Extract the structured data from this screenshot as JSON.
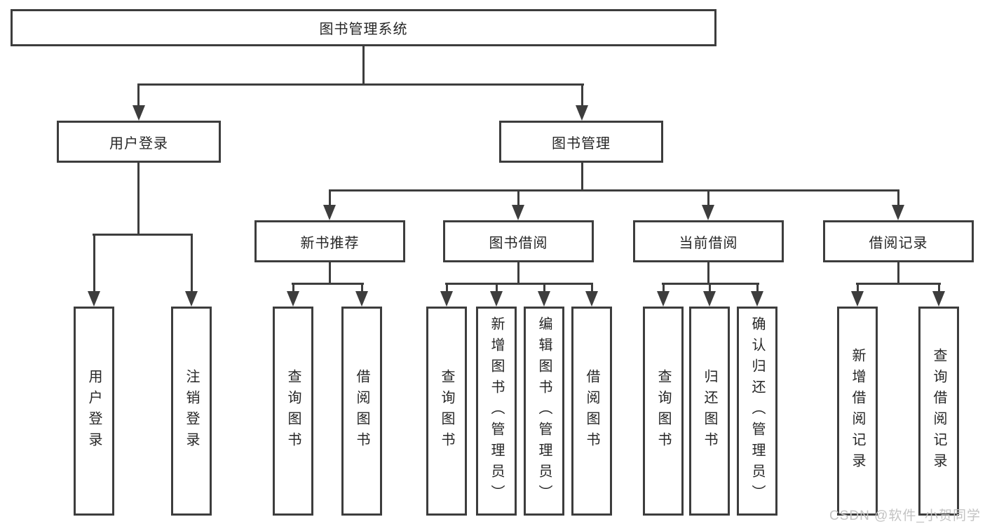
{
  "tree": {
    "label": "图书管理系统",
    "children": [
      {
        "label": "用户登录",
        "children": [
          {
            "label": "用户登录"
          },
          {
            "label": "注销登录"
          }
        ]
      },
      {
        "label": "图书管理",
        "children": [
          {
            "label": "新书推荐",
            "children": [
              {
                "label": "查询图书"
              },
              {
                "label": "借阅图书"
              }
            ]
          },
          {
            "label": "图书借阅",
            "children": [
              {
                "label": "查询图书"
              },
              {
                "label": "新增图书（管理员）"
              },
              {
                "label": "编辑图书（管理员）"
              },
              {
                "label": "借阅图书"
              }
            ]
          },
          {
            "label": "当前借阅",
            "children": [
              {
                "label": "查询图书"
              },
              {
                "label": "归还图书"
              },
              {
                "label": "确认归还（管理员）"
              }
            ]
          },
          {
            "label": "借阅记录",
            "children": [
              {
                "label": "新增借阅记录"
              },
              {
                "label": "查询借阅记录"
              }
            ]
          }
        ]
      }
    ]
  },
  "watermark": {
    "text": "CSDN @软件_小贺同学"
  },
  "colors": {
    "line": "#3d3d3d",
    "text": "#262626",
    "watermark": "#c3c3c3",
    "background": "#ffffff"
  }
}
